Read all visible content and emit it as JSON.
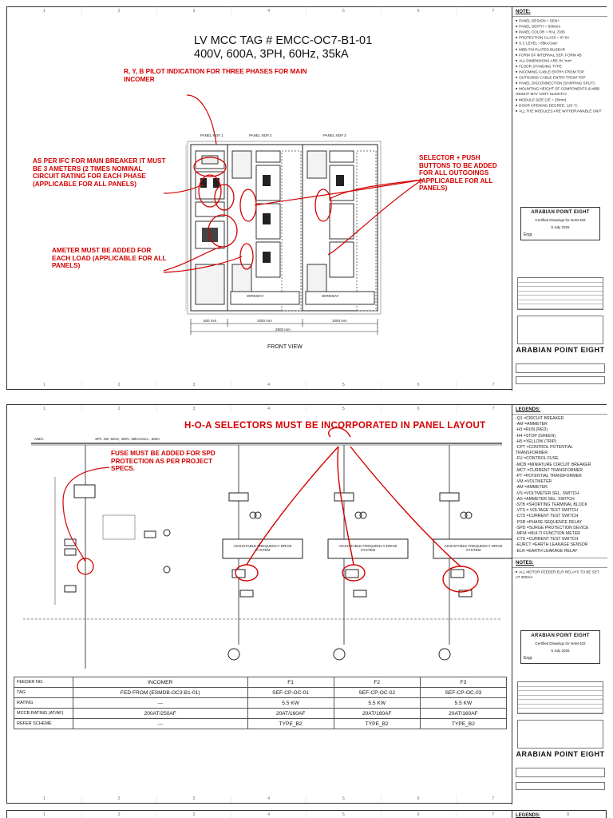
{
  "sheet1": {
    "title_line1": "LV MCC TAG # EMCC-OC7-B1-01",
    "title_line2": "400V, 600A, 3PH, 60Hz, 35kA",
    "notes_header": "NOTE:",
    "notes": [
      "PANEL DESIGN = SEN+",
      "PANEL DEPTH = 600mm",
      "PANEL COLOR = RAL 7035",
      "PROTECTION CLASS = IP-54",
      "S.C LEVEL =35kA/1sec",
      "MBB-TIN PLATED BUSBAR",
      "FORM OF INTERNAL SEP: FORM 4B",
      "ALL DIMENSIONS ARE IN \"mm\"",
      "FLOOR STANDING TYPE",
      "INCOMING CABLE ENTRY FROM TOP",
      "OUTGOING CABLE ENTRY FROM TOP",
      "PANEL DISCONNECTION (SHIPPING SPLIT)",
      "MOUNTING HEIGHT OF COMPONENTS & MBB HEIGHT MAY VARY SLIGHTLY",
      "MODULE SIZE (1E = 25mm)",
      "DOOR OPENING DEGREE: 120 °C",
      "ALL THE MODULES ARE WITHDRAWABLE UNIT"
    ],
    "annotations": {
      "pilot": "R, Y, B PILOT INDICATION FOR THREE PHASES FOR MAIN INCOMER",
      "ifc": "AS PER IFC FOR MAIN BREAKER IT MUST BE 3 AMETERS (2 TIMES NOMINAL CIRCUIT RATING FOR EACH PHASE (APPLICABLE FOR ALL PANELS)",
      "selector": "SELECTOR + PUSH BUTTONS TO BE ADDED FOR ALL OUTGOINGS (APPLICABLE FOR ALL PANELS)",
      "ameter": "AMETER MUST BE ADDED FOR EACH LOAD (APPLICABLE FOR ALL PANELS)"
    },
    "panels": [
      "PANEL NO# 1",
      "PANEL NO# 2",
      "PANEL NO# 3"
    ],
    "dims": {
      "d1": "500 mm",
      "d2": "1000 mm",
      "d3": "1000 mm",
      "total": "2500 mm"
    },
    "wireway": "WIREWAY",
    "view_label": "FRONT VIEW",
    "brand": "ARABIAN POINT EIGHT",
    "stamp": {
      "logo": "ARABIAN POINT EIGHT",
      "text": "Certified Drawings for NAM 402",
      "date": "6 July 2026",
      "eng": "Engr."
    }
  },
  "sheet2": {
    "heading": "H-O-A SELECTORS MUST BE INCORPORATED IN PANEL LAYOUT",
    "fuse_note": "FUSE MUST BE ADDED FOR SPD PROTECTION AS PER PROJECT SPECS.",
    "busbar": "3Ph, 4W, 60Hz, 400V, 35kA/1Sec., 600A",
    "phase_label": "A/B/C",
    "vfd_label": "ADJUSTABLE FREQUENCY DRIVE SYSTEM",
    "legends_header": "LEGENDS:",
    "legends": [
      "-Q1 =CIRCUIT BREAKER",
      "-AM =AMMETER",
      "-H3 =RUN (RED)",
      "-H4 =STOP (GREEN)",
      "-H5 =YELLOW (TRIP)",
      "-CPT =CONTROL POTENTIAL TRANSFORMER",
      "-FU =CONTROL FUSE",
      "-MCB =MINIATURE CIRCUIT BREAKER",
      "-MCT =CURRENT TRANSFORMER",
      "-PT =POTENTIAL TRANSFORMER",
      "-VM =VOLTMETER",
      "-AM =AMMETER",
      "-VS =VOLTMETER SEL. SWITCH",
      "-AS =AMMETER SEL. SWITCH",
      "-STB =SHORTING TERMINAL BLOCK",
      "-VTS = VOLTAGE TEST SWITCH",
      "-CTS =CURRENT TEST SWITCH",
      "-PSR =PHASE SEQUENCE RELAY",
      "-SPD =SURGE PROTECTION DEVICE",
      "-MFM =MULTI FUNCTION METER",
      "-CTS =CURRENT TEST SWITCH",
      "-EURCT =EARTH LEAKAGE SENSOR",
      "-ELR =EARTH LEAKAGE RELAY"
    ],
    "notes_header": "NOTES:",
    "notes": [
      "ALL MOTOR FEEDER ELR RELAYS TO BE SET AT 300mA"
    ],
    "brand": "ARABIAN POINT EIGHT",
    "stamp": {
      "logo": "ARABIAN POINT EIGHT",
      "text": "Certified Drawings for NAM 402",
      "date": "6 July 2026",
      "eng": "Engr."
    },
    "table": {
      "headers": [
        "FEEDER NO.",
        "INCOMER",
        "F1",
        "F2",
        "F3"
      ],
      "rows": [
        [
          "TAG",
          "FED FROM (ESMDB-OC3-B1-01)",
          "SEF-CP-OC-01",
          "SEF-CP-OC-02",
          "SEF-CP-OC-03"
        ],
        [
          "RATING",
          "---",
          "5.5 KW",
          "5.5 KW",
          "5.5 KW"
        ],
        [
          "MCCB RATING (AT/AF)",
          "200AT/250AF",
          "20AT/160AF",
          "20AT/160AF",
          "20AT/160AF"
        ],
        [
          "REFER SCHEME",
          "---",
          "TYPE_B2",
          "TYPE_B2",
          "TYPE_B2"
        ]
      ]
    }
  },
  "sheet3": {
    "legends_header": "LEGENDS:"
  }
}
